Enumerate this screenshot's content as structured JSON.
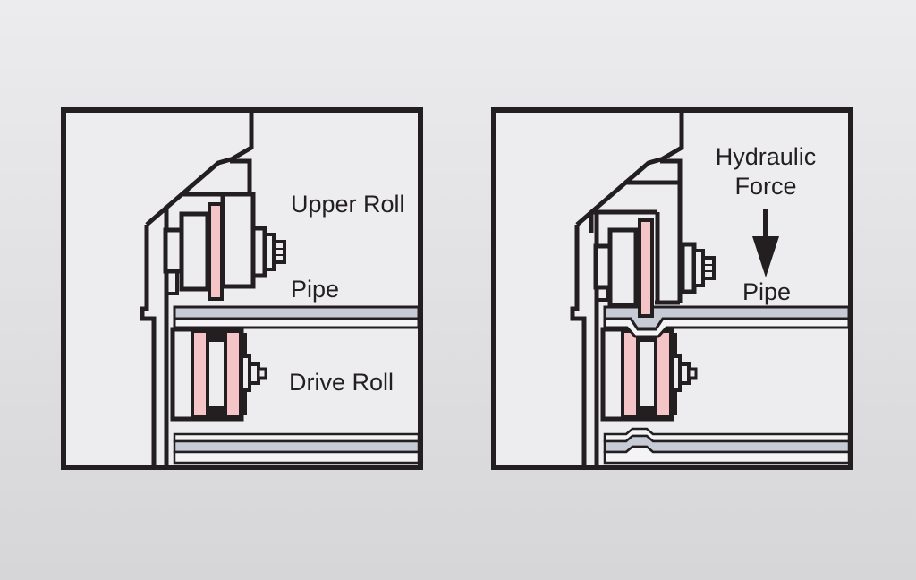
{
  "colors": {
    "ink": "#231f20",
    "pink": "#f5c4c6",
    "pipe_gray": "#c7cbd6",
    "band_white": "#f4f4f6",
    "panel_bg": "#ededef",
    "page_top": "#ececee",
    "page_bottom": "#d6d6d8"
  },
  "panels": {
    "left": {
      "name": "roll-grooving-before",
      "labels": {
        "upper_roll": "Upper Roll",
        "pipe": "Pipe",
        "drive_roll": "Drive Roll"
      }
    },
    "right": {
      "name": "roll-grooving-pressed",
      "labels": {
        "hydraulic_line1": "Hydraulic",
        "hydraulic_line2": "Force",
        "pipe": "Pipe"
      },
      "arrow": "down-arrow"
    }
  }
}
